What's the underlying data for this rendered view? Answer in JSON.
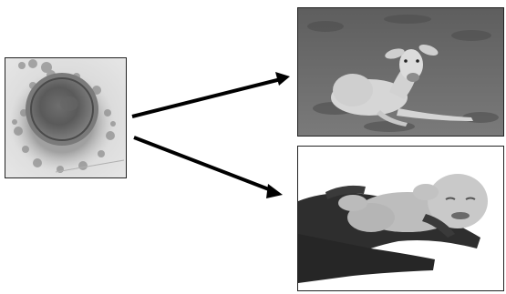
{
  "figure": {
    "panels": [
      {
        "id": "cell",
        "depicts": "microscope-cell-image"
      },
      {
        "id": "calf",
        "depicts": "calf-lying-in-grass-photo"
      },
      {
        "id": "baby",
        "depicts": "newborn-baby-in-hands-photo"
      }
    ],
    "arrows": [
      {
        "from": "cell",
        "to": "calf"
      },
      {
        "from": "cell",
        "to": "baby"
      }
    ],
    "colors": {
      "arrow": "#000000",
      "background": "#ffffff",
      "panel_border": "#222222"
    }
  }
}
